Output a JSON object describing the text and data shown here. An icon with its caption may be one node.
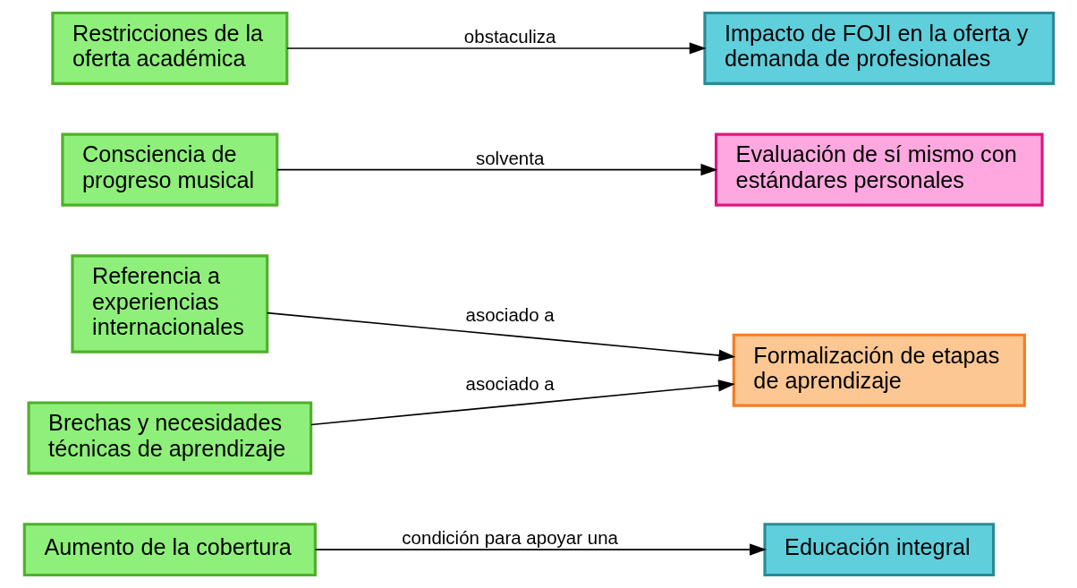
{
  "diagram": {
    "nodes": [
      {
        "text": [
          "Aumento de la cobertura"
        ]
      },
      {
        "text": [
          "Educación integral"
        ]
      },
      {
        "text": [
          "Referencia a experiencias internacionales"
        ]
      },
      {
        "text": [
          "Formalización de etapas de aprendizaje"
        ]
      },
      {
        "text": [
          "Brechas y necesidades técnicas de aprendizaje"
        ]
      },
      {
        "text": [
          "Consciencia de progreso musical"
        ]
      },
      {
        "text": [
          "Evaluación de sí mismo con estándares personales"
        ]
      },
      {
        "text": [
          "Restricciones de la oferta académica"
        ]
      },
      {
        "text": [
          "Impacto de FOJI en la oferta y demanda de profesionales"
        ]
      }
    ],
    "edges": [
      {
        "from": 0,
        "to": 1,
        "arrow": "to",
        "label": "condición para apoyar una"
      },
      {
        "from": 2,
        "to": 3,
        "arrow": "to",
        "label": "asociado a"
      },
      {
        "from": 4,
        "to": 3,
        "arrow": "to",
        "label": "asociado a"
      },
      {
        "from": 5,
        "to": 6,
        "arrow": "to",
        "label": "solventa"
      },
      {
        "from": 7,
        "to": 8,
        "arrow": "to",
        "label": "obstaculiza"
      }
    ]
  }
}
